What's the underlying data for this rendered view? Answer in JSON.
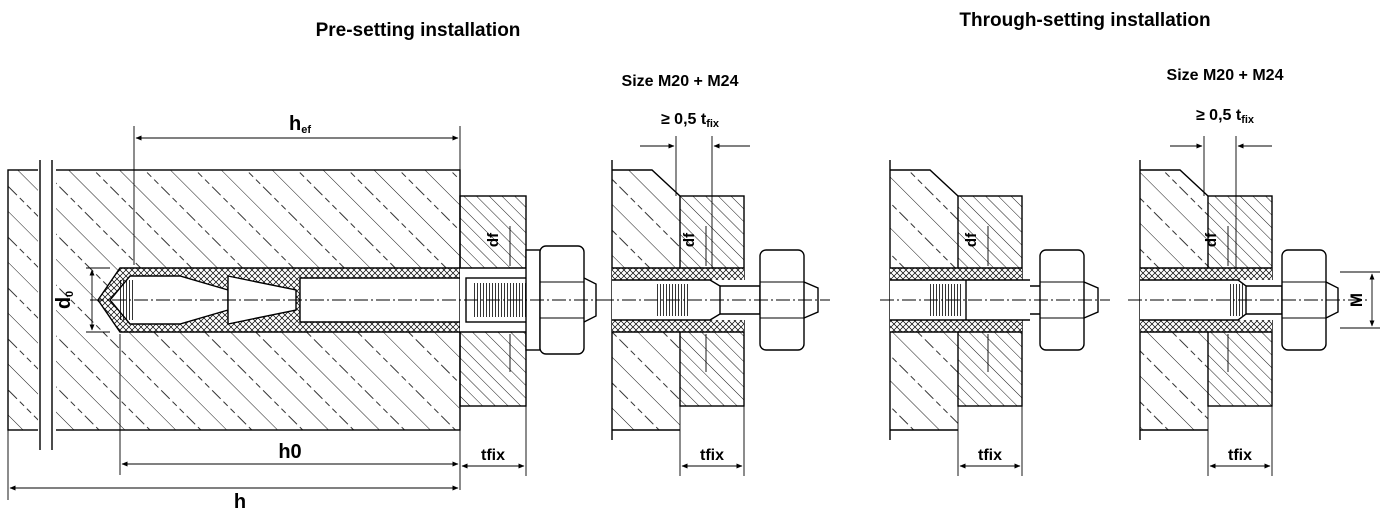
{
  "titles": {
    "pre_setting": "Pre-setting installation",
    "through_setting": "Through-setting installation"
  },
  "size_labels": {
    "pre_setting": "Size M20 + M24",
    "through_setting": "Size M20 + M24"
  },
  "gap_labels": {
    "pre_setting": {
      "main": "≥ 0,5 t",
      "sub": "fix"
    },
    "through_setting": {
      "main": "≥ 0,5 t",
      "sub": "fix"
    }
  },
  "dimensions": {
    "hef": {
      "main": "h",
      "sub": "ef"
    },
    "h0": "h0",
    "h": "h",
    "d0": {
      "main": "d",
      "sub": "0"
    },
    "df": "df",
    "tfix": "tfix",
    "M": "M"
  }
}
